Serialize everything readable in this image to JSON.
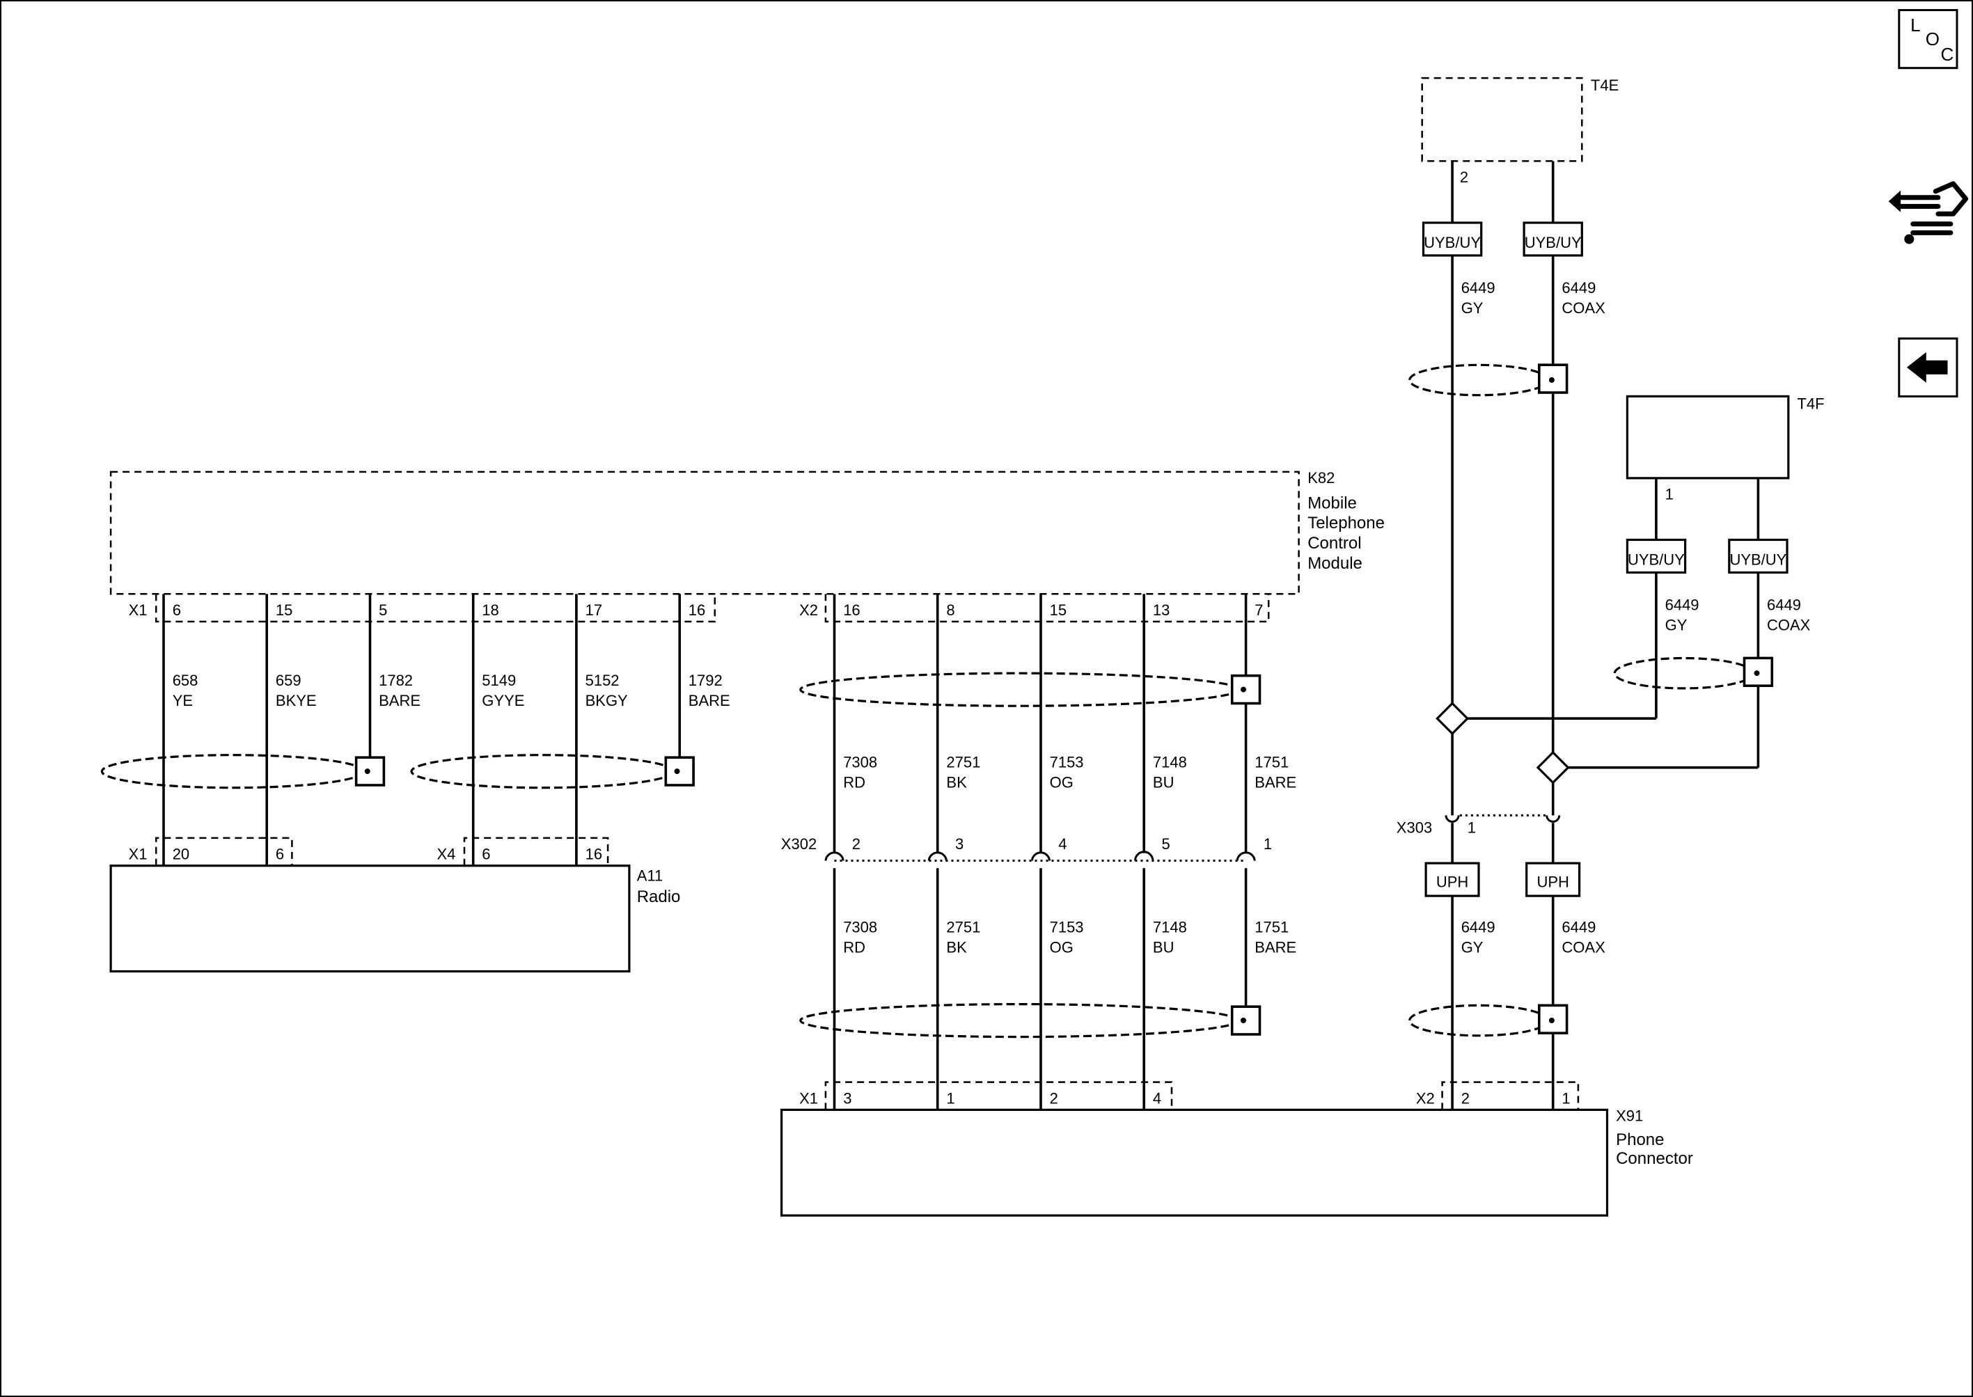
{
  "nav": {
    "loc_icon": {
      "icon": "loc-icon",
      "text": [
        "L",
        "O",
        "C"
      ]
    },
    "connector_view_icon": {
      "icon": "connector-view-icon"
    },
    "back_icon": {
      "icon": "back-arrow-icon"
    }
  },
  "components": {
    "t4e": {
      "ref": "T4E",
      "pin": "2"
    },
    "t4f": {
      "ref": "T4F",
      "pin": "1"
    },
    "k82": {
      "ref": "K82",
      "name": [
        "Mobile",
        "Telephone",
        "Control",
        "Module"
      ]
    },
    "a11": {
      "ref": "A11",
      "name": [
        "Radio"
      ]
    },
    "x91": {
      "ref": "X91",
      "name": [
        "Phone",
        "Connector"
      ]
    }
  },
  "k82_connectors": [
    {
      "label": "X1",
      "pins": [
        "6",
        "15",
        "5",
        "18",
        "17",
        "16"
      ]
    },
    {
      "label": "X2",
      "pins": [
        "16",
        "8",
        "15",
        "13",
        "7"
      ]
    }
  ],
  "left_wires": [
    {
      "circuit": "658",
      "color": "YE"
    },
    {
      "circuit": "659",
      "color": "BKYE"
    },
    {
      "circuit": "1782",
      "color": "BARE"
    },
    {
      "circuit": "5149",
      "color": "GYYE"
    },
    {
      "circuit": "5152",
      "color": "BKGY"
    },
    {
      "circuit": "1792",
      "color": "BARE"
    }
  ],
  "radio_connectors": [
    {
      "label": "X1",
      "pins": [
        "20",
        "6"
      ]
    },
    {
      "label": "X4",
      "pins": [
        "6",
        "16"
      ]
    }
  ],
  "middle_wires": [
    {
      "circuit": "7308",
      "color": "RD"
    },
    {
      "circuit": "2751",
      "color": "BK"
    },
    {
      "circuit": "7153",
      "color": "OG"
    },
    {
      "circuit": "7148",
      "color": "BU"
    },
    {
      "circuit": "1751",
      "color": "BARE"
    }
  ],
  "x302": {
    "label": "X302",
    "pins": [
      "2",
      "3",
      "4",
      "5",
      "1"
    ]
  },
  "x91_connectors": [
    {
      "label": "X1",
      "pins": [
        "3",
        "1",
        "2",
        "4"
      ]
    },
    {
      "label": "X2",
      "pins": [
        "2",
        "1"
      ]
    }
  ],
  "coax": {
    "terminal": "UYB/UY",
    "circuit": "6449",
    "colors": [
      "GY",
      "COAX"
    ],
    "x303": {
      "label": "X303",
      "pin": "1"
    },
    "inline": "UPH"
  }
}
